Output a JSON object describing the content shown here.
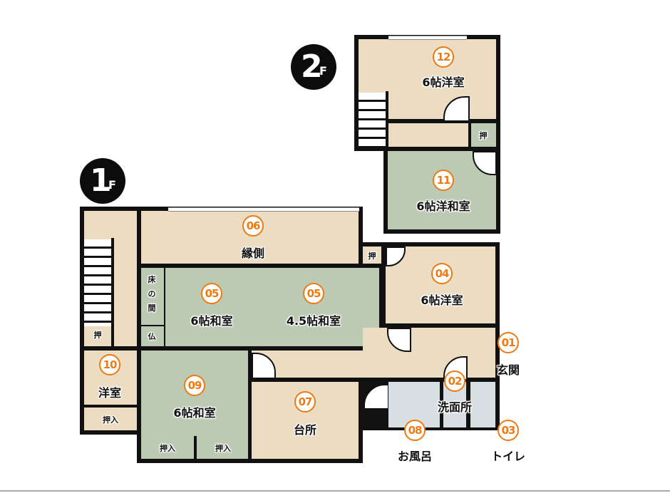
{
  "floors": {
    "first": {
      "badge_number": "1",
      "badge_suffix": "F"
    },
    "second": {
      "badge_number": "2",
      "badge_suffix": "F"
    }
  },
  "rooms": [
    {
      "id": "01",
      "name": "玄関"
    },
    {
      "id": "02",
      "name": "洗面所"
    },
    {
      "id": "03",
      "name": "トイレ"
    },
    {
      "id": "04",
      "name": "6帖洋室"
    },
    {
      "id": "05a",
      "number": "05",
      "name": "6帖和室"
    },
    {
      "id": "05b",
      "number": "05",
      "name": "4.5帖和室"
    },
    {
      "id": "06",
      "name": "縁側"
    },
    {
      "id": "07",
      "name": "台所"
    },
    {
      "id": "08",
      "name": "お風呂"
    },
    {
      "id": "09",
      "name": "6帖和室"
    },
    {
      "id": "10",
      "name": "洋室"
    },
    {
      "id": "11",
      "name": "6帖洋和室"
    },
    {
      "id": "12",
      "name": "6帖洋室"
    }
  ],
  "labels": {
    "r01_num": "01",
    "r01": "玄関",
    "r02_num": "02",
    "r02": "洗面所",
    "r03_num": "03",
    "r03": "トイレ",
    "r04_num": "04",
    "r04": "6帖洋室",
    "r05a_num": "05",
    "r05a": "6帖和室",
    "r05b_num": "05",
    "r05b": "4.5帖和室",
    "r06_num": "06",
    "r06": "縁側",
    "r07_num": "07",
    "r07": "台所",
    "r08_num": "08",
    "r08": "お風呂",
    "r09_num": "09",
    "r09": "6帖和室",
    "r10_num": "10",
    "r10": "洋室",
    "r11_num": "11",
    "r11": "6帖洋和室",
    "r12_num": "12",
    "r12": "6帖洋室",
    "closet": "押",
    "closet_in": "押入",
    "tokonoma_1": "床",
    "tokonoma_2": "の",
    "tokonoma_3": "間",
    "butsuma": "仏"
  },
  "colors": {
    "western_room": "#ecdcc2",
    "japanese_room": "#bccab4",
    "wet_area": "#d8dfe2",
    "wall": "#111111",
    "number_accent": "#f07a12"
  }
}
